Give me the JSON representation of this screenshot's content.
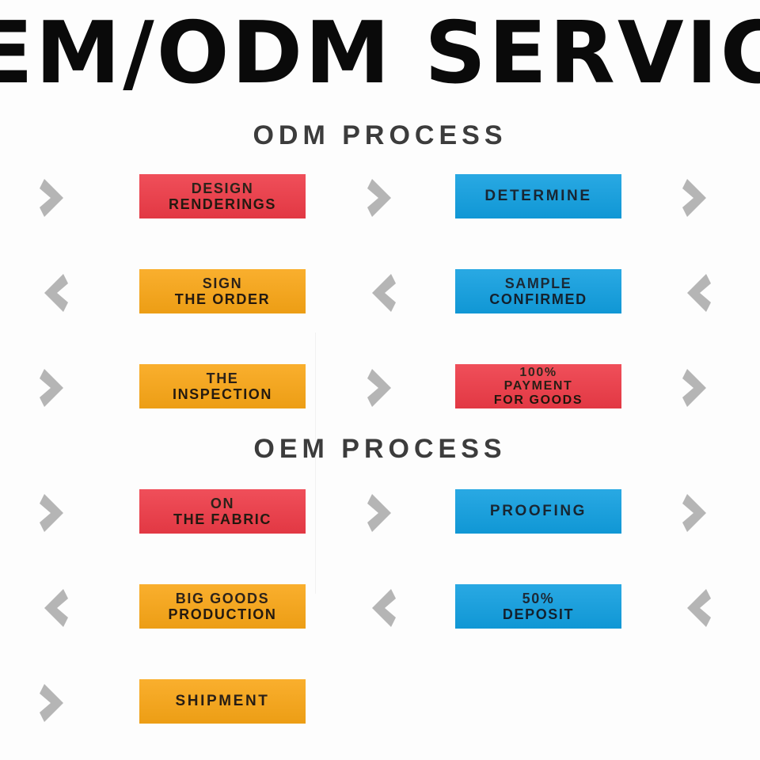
{
  "banner": {
    "title": "EM/ODM SERVIC",
    "full_title_note": "OEM/ODM SERVICE"
  },
  "colors": {
    "red": "#ee3b47",
    "blue": "#119fe0",
    "orange": "#f9a616",
    "chevron_gray": "#b5b5b5",
    "heading_gray": "#3c3c3c",
    "background": "#fdfdfd"
  },
  "sections": [
    {
      "heading": "ODM PROCESS",
      "rows": [
        {
          "direction": "right",
          "chevron_icon": "chevron-right-icon",
          "left_box": {
            "color": "red",
            "lines": [
              "DESIGN",
              "RENDERINGS"
            ]
          },
          "right_box": {
            "color": "blue",
            "lines": [
              "DETERMINE"
            ]
          }
        },
        {
          "direction": "left",
          "chevron_icon": "chevron-left-icon",
          "left_box": {
            "color": "orange",
            "lines": [
              "SIGN",
              "THE ORDER"
            ]
          },
          "right_box": {
            "color": "blue",
            "lines": [
              "SAMPLE",
              "CONFIRMED"
            ]
          }
        },
        {
          "direction": "right",
          "chevron_icon": "chevron-right-icon",
          "left_box": {
            "color": "orange",
            "lines": [
              "THE",
              "INSPECTION"
            ]
          },
          "right_box": {
            "color": "red",
            "lines": [
              "100%",
              "PAYMENT",
              "FOR GOODS"
            ]
          }
        }
      ]
    },
    {
      "heading": "OEM PROCESS",
      "rows": [
        {
          "direction": "right",
          "chevron_icon": "chevron-right-icon",
          "left_box": {
            "color": "red",
            "lines": [
              "ON",
              "THE FABRIC"
            ]
          },
          "right_box": {
            "color": "blue",
            "lines": [
              "PROOFING"
            ]
          }
        },
        {
          "direction": "left",
          "chevron_icon": "chevron-left-icon",
          "left_box": {
            "color": "orange",
            "lines": [
              "BIG GOODS",
              "PRODUCTION"
            ]
          },
          "right_box": {
            "color": "blue",
            "lines": [
              "50%",
              "DEPOSIT"
            ]
          }
        },
        {
          "direction": "right",
          "chevron_icon": "chevron-right-icon",
          "left_box": {
            "color": "orange",
            "lines": [
              "SHIPMENT"
            ]
          },
          "right_box": null
        }
      ]
    }
  ]
}
